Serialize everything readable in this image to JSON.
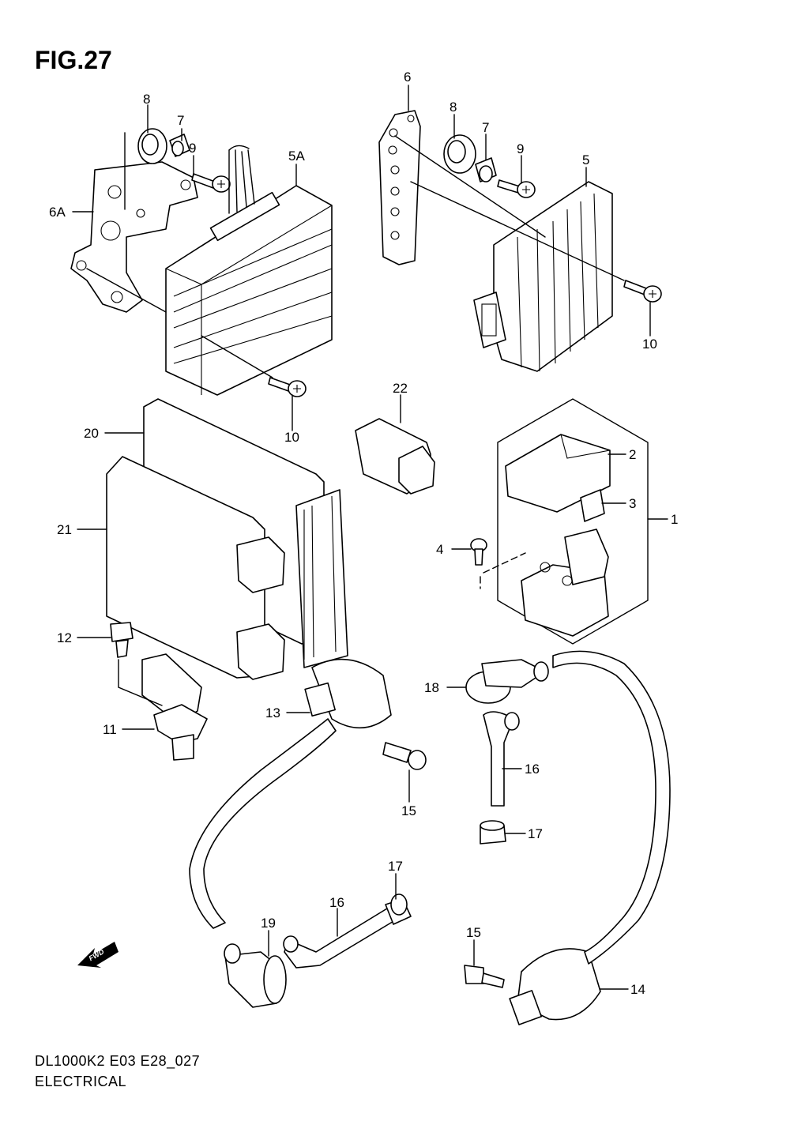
{
  "figure": {
    "title": "FIG.27"
  },
  "footer": {
    "model_code": "DL1000K2 E03 E28_027",
    "section": "ELECTRICAL"
  },
  "direction_arrow": {
    "text": "FWD"
  },
  "callouts": [
    "1",
    "2",
    "3",
    "4",
    "5",
    "5A",
    "6",
    "6A",
    "7",
    "7",
    "8",
    "8",
    "9",
    "9",
    "10",
    "10",
    "11",
    "12",
    "13",
    "14",
    "15",
    "15",
    "16",
    "16",
    "17",
    "17",
    "18",
    "19",
    "20",
    "21",
    "22"
  ]
}
